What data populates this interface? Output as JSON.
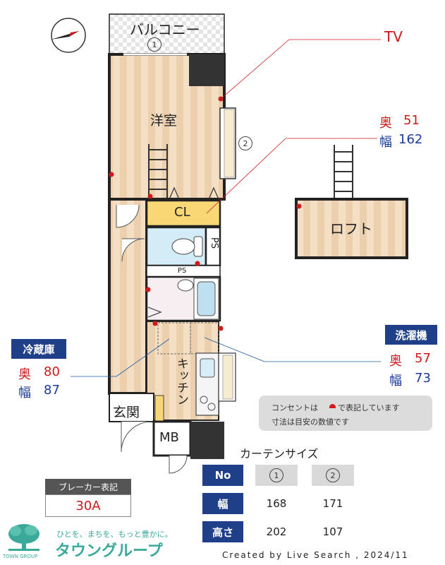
{
  "rooms": {
    "balcony": "バルコニー",
    "western_room": "洋室",
    "closet": "CL",
    "ps_vertical": "PS",
    "ps_horizontal": "PS",
    "kitchen": "キッチン",
    "entrance": "玄関",
    "mb": "MB",
    "loft": "ロフト"
  },
  "window_markers": [
    "1",
    "2"
  ],
  "tv_label": "TV",
  "closet_callout": {
    "depth_label": "奥",
    "depth_value": "51",
    "width_label": "幅",
    "width_value": "162"
  },
  "fridge": {
    "title": "冷蔵庫",
    "depth_label": "奥",
    "depth_value": "80",
    "width_label": "幅",
    "width_value": "87"
  },
  "washer": {
    "title": "洗濯機",
    "depth_label": "奥",
    "depth_value": "57",
    "width_label": "幅",
    "width_value": "73"
  },
  "note": {
    "line1_a": "コンセントは",
    "line1_b": "で表記しています",
    "line2": "寸法は目安の数値です"
  },
  "breaker": {
    "title": "ブレーカー表記",
    "value": "30A"
  },
  "curtain": {
    "title": "カーテンサイズ",
    "headers": [
      "No",
      "幅",
      "高さ"
    ],
    "columns": [
      {
        "no": "1",
        "width": "168",
        "height": "202"
      },
      {
        "no": "2",
        "width": "171",
        "height": "107"
      }
    ]
  },
  "company": {
    "tagline": "ひとを、まちを、もっと豊かに。",
    "name": "タウングループ",
    "small": "TOWN GROUP"
  },
  "credit": "Created by Live Search , 2024/11",
  "colors": {
    "navy": "#1f3f88",
    "outlet_red": "#d11a1a",
    "floor": "#f2dcc0",
    "closet_yellow": "#f8d774",
    "bath_blue": "#d4ecf7",
    "wash_pink": "#f7eef2"
  }
}
